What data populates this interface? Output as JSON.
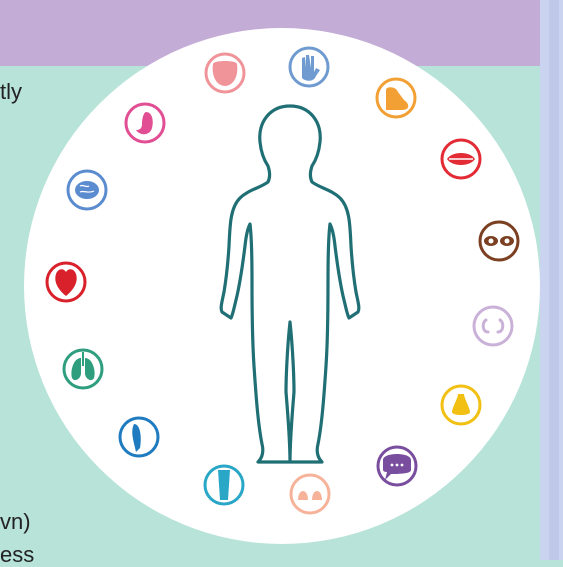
{
  "text_fragments": {
    "top_left": "tly",
    "bottom_left_1": "vn)",
    "bottom_left_2": "ess"
  },
  "icons": [
    {
      "name": "bladder-icon",
      "color": "#f0949a"
    },
    {
      "name": "hand-icon",
      "color": "#6f9bd1"
    },
    {
      "name": "foot-icon",
      "color": "#f2a033"
    },
    {
      "name": "mouth-icon",
      "color": "#e32b36"
    },
    {
      "name": "eyes-icon",
      "color": "#7b3f21"
    },
    {
      "name": "ears-icon",
      "color": "#c9b1d8"
    },
    {
      "name": "nose-icon",
      "color": "#f2c012"
    },
    {
      "name": "speech-icon",
      "color": "#7a4e9e"
    },
    {
      "name": "smile-icon",
      "color": "#f7b39a"
    },
    {
      "name": "bone-icon",
      "color": "#2aa7c7"
    },
    {
      "name": "spine-icon",
      "color": "#1f7bc0"
    },
    {
      "name": "lungs-icon",
      "color": "#2f9e7f"
    },
    {
      "name": "heart-icon",
      "color": "#d9212b"
    },
    {
      "name": "brain-icon",
      "color": "#5b8ccf"
    },
    {
      "name": "stomach-icon",
      "color": "#e24e93"
    }
  ],
  "body_outline_color": "#1f6f75"
}
